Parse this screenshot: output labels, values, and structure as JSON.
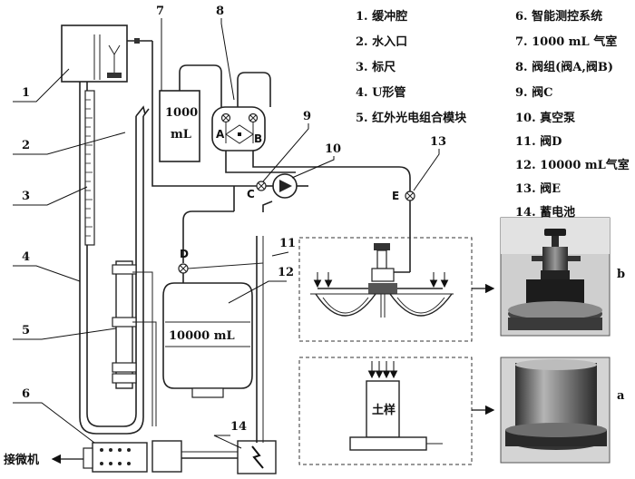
{
  "legend_left": [
    "1. 缓冲腔",
    "2. 水入口",
    "3. 标尺",
    "4. U形管",
    "5. 红外光电组合模块"
  ],
  "legend_right": [
    "6. 智能测控系统",
    "7. 1000 mL 气室",
    "8. 阀组(阀A,阀B)",
    "9. 阀C",
    "10. 真空泵",
    "11. 阀D",
    "12. 10000 mL气室",
    "13. 阀E",
    "14. 蓄电池"
  ],
  "callouts": [
    "1",
    "2",
    "3",
    "4",
    "5",
    "6",
    "7",
    "8",
    "9",
    "10",
    "11",
    "12",
    "13",
    "14"
  ],
  "box_1000": [
    "1000",
    "mL"
  ],
  "box_10000": "10000 mL",
  "valve_letters": {
    "A": "A",
    "B": "B",
    "C": "C",
    "D": "D",
    "E": "E"
  },
  "soil_label": "土样",
  "computer_label": "接微机",
  "photo_labels": {
    "top": "b",
    "bottom": "a"
  }
}
